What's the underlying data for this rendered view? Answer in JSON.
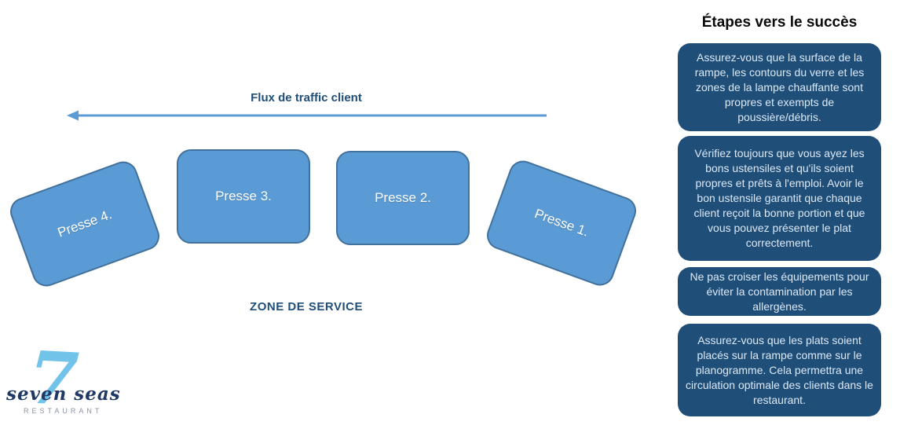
{
  "diagram": {
    "flux_label": "Flux de traffic client",
    "zone_label": "ZONE DE SERVICE",
    "presses": [
      {
        "label": "Presse 4."
      },
      {
        "label": "Presse 3."
      },
      {
        "label": "Presse 2."
      },
      {
        "label": "Presse 1."
      }
    ]
  },
  "sidebar": {
    "title": "Étapes vers le succès",
    "steps": [
      {
        "text": "Assurez-vous que la surface de la rampe, les contours du verre et les zones de la lampe chauffante sont propres et exempts de poussière/débris."
      },
      {
        "text": "Vérifiez toujours que vous ayez les bons ustensiles et qu'ils soient propres et prêts à l'emploi. Avoir le bon ustensile garantit que chaque client reçoit la bonne portion et que vous pouvez présenter le plat correctement."
      },
      {
        "text": "Ne pas croiser les équipements pour éviter la contamination par les allergènes."
      },
      {
        "text": "Assurez-vous que les plats soient placés sur la rampe comme sur le planogramme. Cela permettra une circulation optimale des clients dans le restaurant."
      }
    ]
  },
  "logo": {
    "numeral": "7",
    "name": "seven seas",
    "subtitle": "RESTAURANT"
  },
  "colors": {
    "shape_fill": "#5B9BD5",
    "shape_border": "#41719C",
    "dark_box": "#1F4E79",
    "dark_box_text": "#DCE9F5",
    "diagram_text": "#1F4E79",
    "logo_light_blue": "#5AB9E6",
    "logo_navy": "#1F3864"
  }
}
